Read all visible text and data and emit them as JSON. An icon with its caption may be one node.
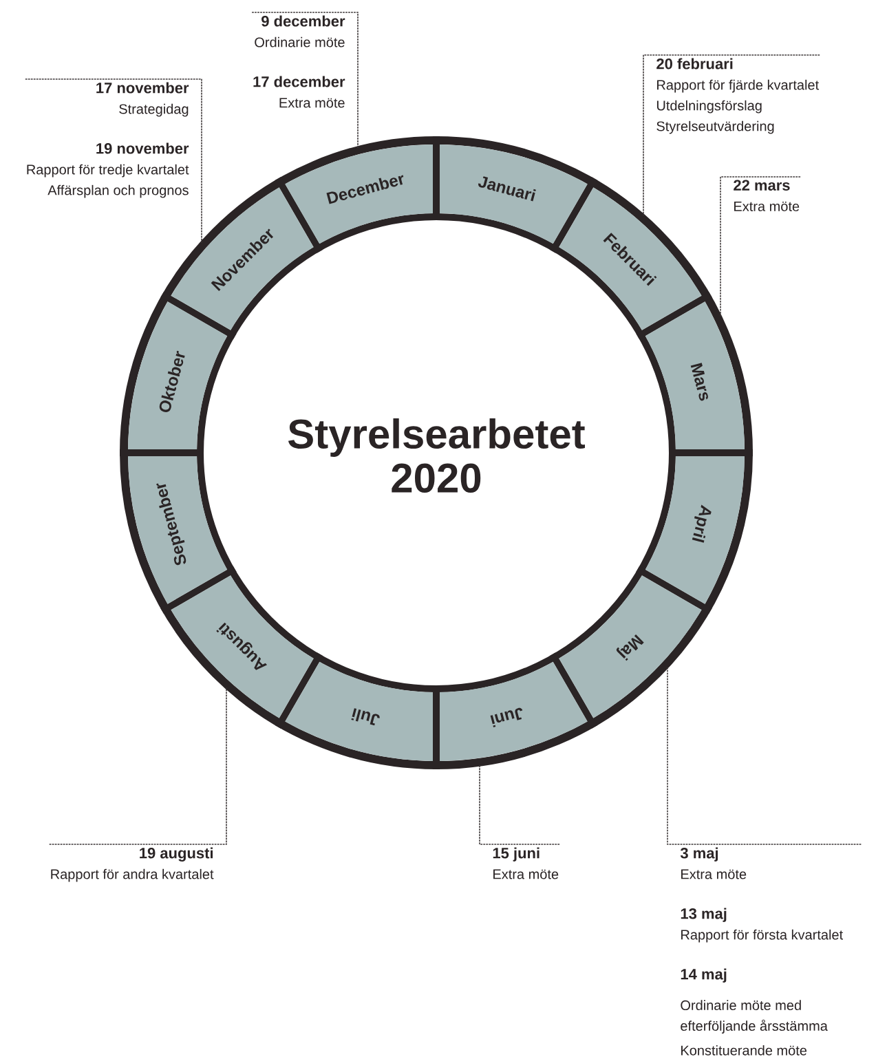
{
  "diagram": {
    "title": "Styrelsearbetet 2020",
    "nodes": [
      {
        "text": [
          "Januari"
        ]
      },
      {
        "text": [
          "Februari"
        ]
      },
      {
        "text": [
          "Mars"
        ]
      },
      {
        "text": [
          "April"
        ]
      },
      {
        "text": [
          "Maj"
        ]
      },
      {
        "text": [
          "Juni"
        ]
      },
      {
        "text": [
          "Juli"
        ]
      },
      {
        "text": [
          "Augusti"
        ]
      },
      {
        "text": [
          "September"
        ]
      },
      {
        "text": [
          "Oktober"
        ]
      },
      {
        "text": [
          "November"
        ]
      },
      {
        "text": [
          "December"
        ]
      },
      {
        "text": [
          "9 december",
          "Ordinarie möte",
          "17 december",
          "Extra möte"
        ]
      },
      {
        "text": [
          "17 november",
          "Strategidag",
          "19 november",
          "Rapport för tredje kvartalet",
          "Affärsplan och prognos"
        ]
      },
      {
        "text": [
          "20 februari",
          "Rapport för fjärde kvartalet",
          "Utdelningsförslag",
          "Styrelseutvärdering"
        ]
      },
      {
        "text": [
          "22 mars",
          "Extra möte"
        ]
      },
      {
        "text": [
          "19 augusti",
          "Rapport för andra kvartalet"
        ]
      },
      {
        "text": [
          "15 juni",
          "Extra möte"
        ]
      },
      {
        "text": [
          "3 maj",
          "Extra möte",
          "13 maj",
          "Rapport för första kvartalet",
          "14 maj",
          "Ordinarie möte med efterföljande årsstämma",
          "Konstituerande möte"
        ]
      }
    ],
    "edges": [
      {
        "from": 12,
        "to": 11,
        "arrow": "none"
      },
      {
        "from": 13,
        "to": 10,
        "arrow": "none"
      },
      {
        "from": 14,
        "to": 1,
        "arrow": "none"
      },
      {
        "from": 15,
        "to": 2,
        "arrow": "none"
      },
      {
        "from": 16,
        "to": 7,
        "arrow": "none"
      },
      {
        "from": 17,
        "to": 5,
        "arrow": "none"
      },
      {
        "from": 18,
        "to": 4,
        "arrow": "none"
      }
    ]
  }
}
